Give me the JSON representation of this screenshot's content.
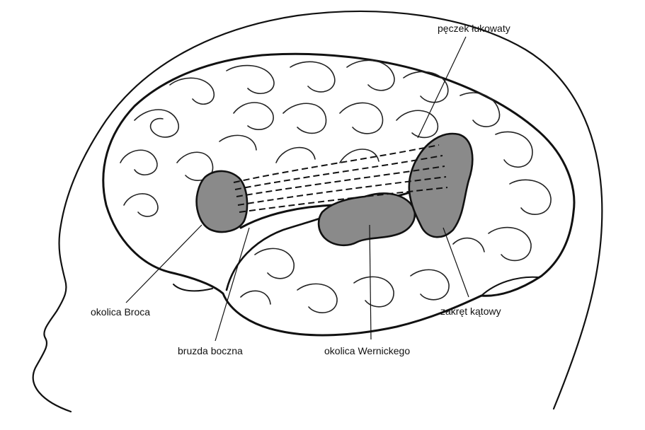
{
  "labels": {
    "arcuate_fasciculus": "pęczek łukowaty",
    "broca_area": "okolica Broca",
    "lateral_sulcus": "bruzda boczna",
    "wernicke_area": "okolica Wernickego",
    "angular_gyrus": "zakręt kątowy"
  },
  "colors": {
    "ink": "#111111",
    "region_fill": "#8a8a8a",
    "background": "#ffffff"
  }
}
